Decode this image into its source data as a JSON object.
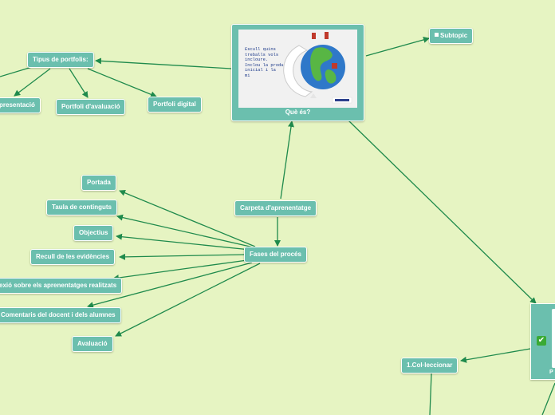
{
  "colors": {
    "background": "#e6f4c2",
    "node_fill": "#6bbfae",
    "node_border": "#ffffff",
    "link": "#1f8a4c",
    "check": "#3aaa35"
  },
  "central": {
    "caption": "Què és?",
    "image_text": "Escull quins\ntreballs vols\nincloure.\nInclou la producció\ninicial i la\nmi"
  },
  "subtopic": {
    "label": "Subtopic",
    "icon": "square-bullet-icon"
  },
  "tipus": {
    "label": "Tipus de portfolis:",
    "children": [
      "presentació",
      "Portfoli d'avaluació",
      "Portfoli digital"
    ]
  },
  "carpeta": {
    "label": "Carpeta d'aprenentatge"
  },
  "fases": {
    "label": "Fases del procés",
    "children": [
      "Portada",
      "Taula de continguts",
      "Objectius",
      "Recull de les evidències",
      "exió sobre els aprenentatges realitzats",
      "Comentaris del docent i dels alumnes",
      "Avaluació"
    ]
  },
  "side": {
    "caption": "P",
    "icon": "checkmark-icon"
  },
  "colleccionar": {
    "label": "1.Col·leccionar"
  }
}
